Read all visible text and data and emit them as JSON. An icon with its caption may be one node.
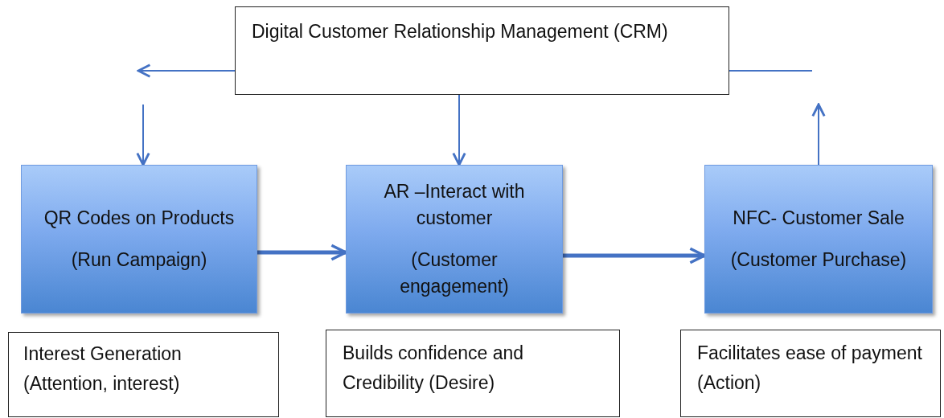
{
  "diagram": {
    "nodes": [
      {
        "text": [
          "Digital Customer Relationship Management (CRM)"
        ]
      },
      {
        "text": [
          "QR Codes on Products",
          "(Run Campaign)"
        ]
      },
      {
        "text": [
          "AR –Interact with customer",
          "(Customer engagement)"
        ]
      },
      {
        "text": [
          "NFC- Customer Sale",
          "(Customer Purchase)"
        ]
      },
      {
        "text": [
          "Interest Generation",
          "(Attention, interest)"
        ]
      },
      {
        "text": [
          "Builds confidence and Credibility (Desire)"
        ]
      },
      {
        "text": [
          "Facilitates ease of payment (Action)"
        ]
      }
    ],
    "edges": [
      {
        "from": 0,
        "to": null,
        "arrow": "to"
      },
      {
        "from": null,
        "to": 1,
        "arrow": "to"
      },
      {
        "from": 0,
        "to": 2,
        "arrow": "to"
      },
      {
        "from": 0,
        "to": null,
        "arrow": "none"
      },
      {
        "from": 3,
        "to": null,
        "arrow": "to"
      },
      {
        "from": 1,
        "to": 2,
        "arrow": "to",
        "style": "thick"
      },
      {
        "from": 2,
        "to": 3,
        "arrow": "to",
        "style": "thick"
      }
    ]
  }
}
